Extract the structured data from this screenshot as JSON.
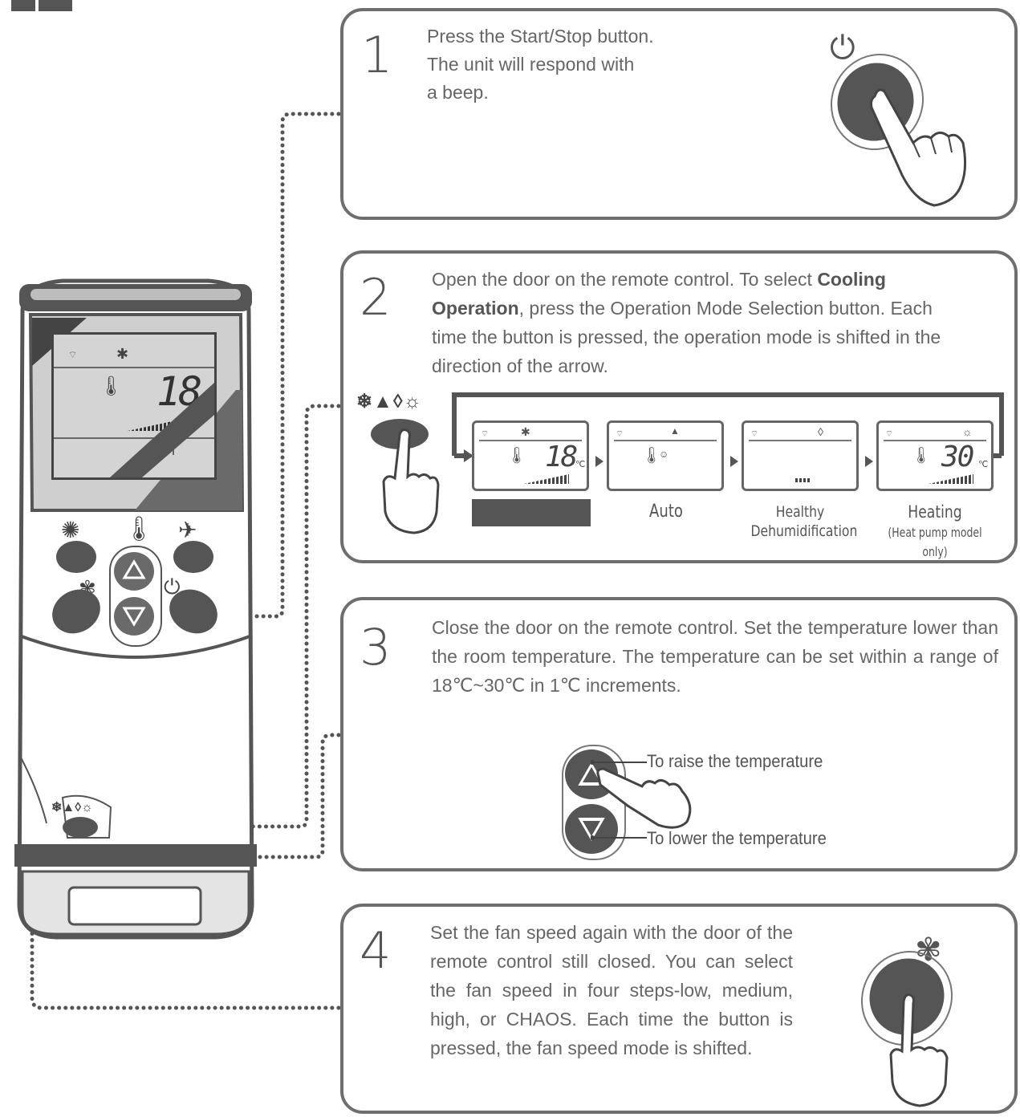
{
  "steps": [
    {
      "number": "1",
      "lines": [
        "Press the Start/Stop button.",
        "The unit will respond with",
        "a beep."
      ]
    },
    {
      "number": "2",
      "text_parts": [
        "Open the door on the remote control. To select ",
        "Cooling",
        "Operation",
        ", press the Operation Mode Selection button. Each time the button is pressed, the operation mode is shifted in the direction of the arrow."
      ],
      "modes": [
        {
          "label": "",
          "temp": "18",
          "unit": "℃",
          "icon": "snowflake-icon"
        },
        {
          "label": "Auto",
          "temp": "",
          "unit": "",
          "icon": "auto-mode-icon"
        },
        {
          "label": "Healthy Dehumidification",
          "temp": "",
          "unit": "",
          "icon": "drop-icon"
        },
        {
          "label": "Heating",
          "sublabel": "(Heat pump model only)",
          "temp": "30",
          "unit": "℃",
          "icon": "sun-icon"
        }
      ]
    },
    {
      "number": "3",
      "text": "Close the door on the remote control. Set the temperature lower than the room temperature. The temperature can be set within a range of 18℃~30℃ in 1℃ increments.",
      "raise_label": "To raise the temperature",
      "lower_label": "To lower the temperature"
    },
    {
      "number": "4",
      "text": "Set the fan speed again with the door of the remote control still closed. You can select the fan speed in four steps-low, medium, high, or CHAOS. Each time the button is pressed, the fan speed mode is shifted."
    }
  ],
  "remote": {
    "display_temp": "18",
    "display_unit": "℃",
    "mode_icons": "❄▲◊☼"
  },
  "colors": {
    "ink": "#555555",
    "frame": "#6e6e6e",
    "screen": "#d4d4d4"
  }
}
